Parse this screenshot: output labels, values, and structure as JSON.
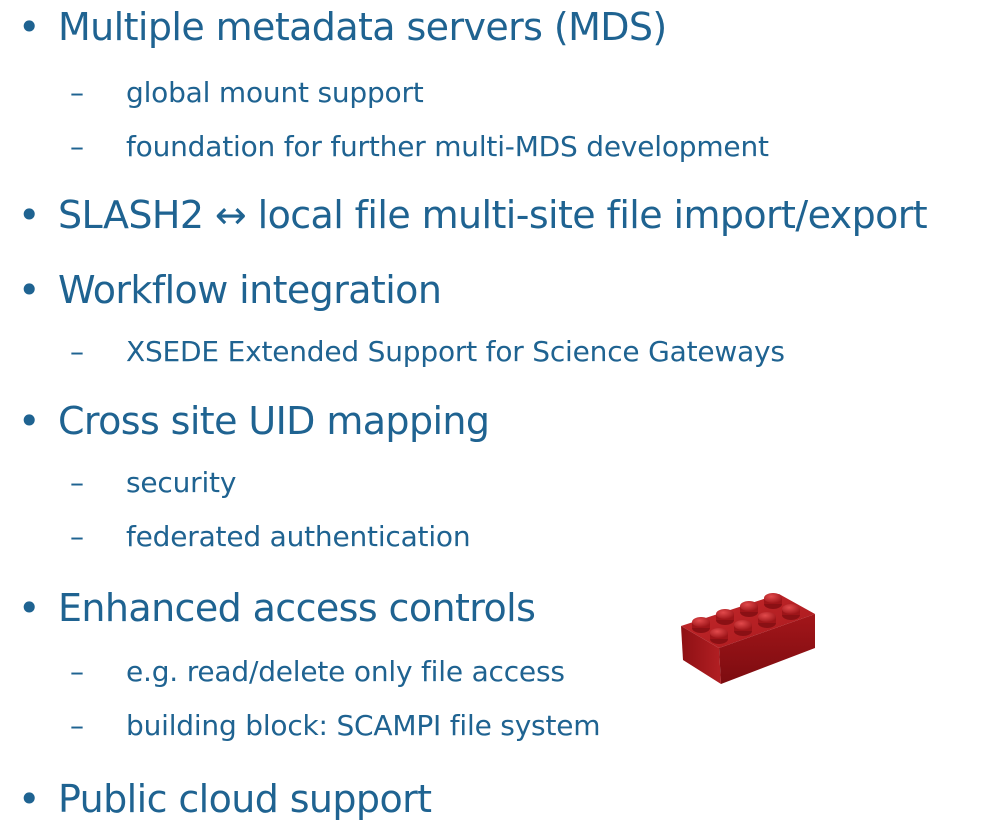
{
  "bullet_glyph": "•",
  "dash_glyph": "–",
  "items": [
    {
      "text": "Multiple metadata servers (MDS)",
      "sub": [
        "global mount support",
        "foundation for further multi-MDS development"
      ]
    },
    {
      "text": "SLASH2 ↔ local file multi-site file import/export",
      "sub": []
    },
    {
      "text": "Workflow integration",
      "sub": [
        "XSEDE Extended Support for Science Gateways"
      ]
    },
    {
      "text": "Cross site UID mapping",
      "sub": [
        "security",
        "federated authentication"
      ]
    },
    {
      "text": "Enhanced access controls",
      "sub": [
        "e.g. read/delete only file access",
        "building block: SCAMPI file system"
      ]
    },
    {
      "text": "Public cloud support",
      "sub": []
    }
  ],
  "image": {
    "icon": "lego-brick-icon",
    "color": "#b81e22"
  }
}
